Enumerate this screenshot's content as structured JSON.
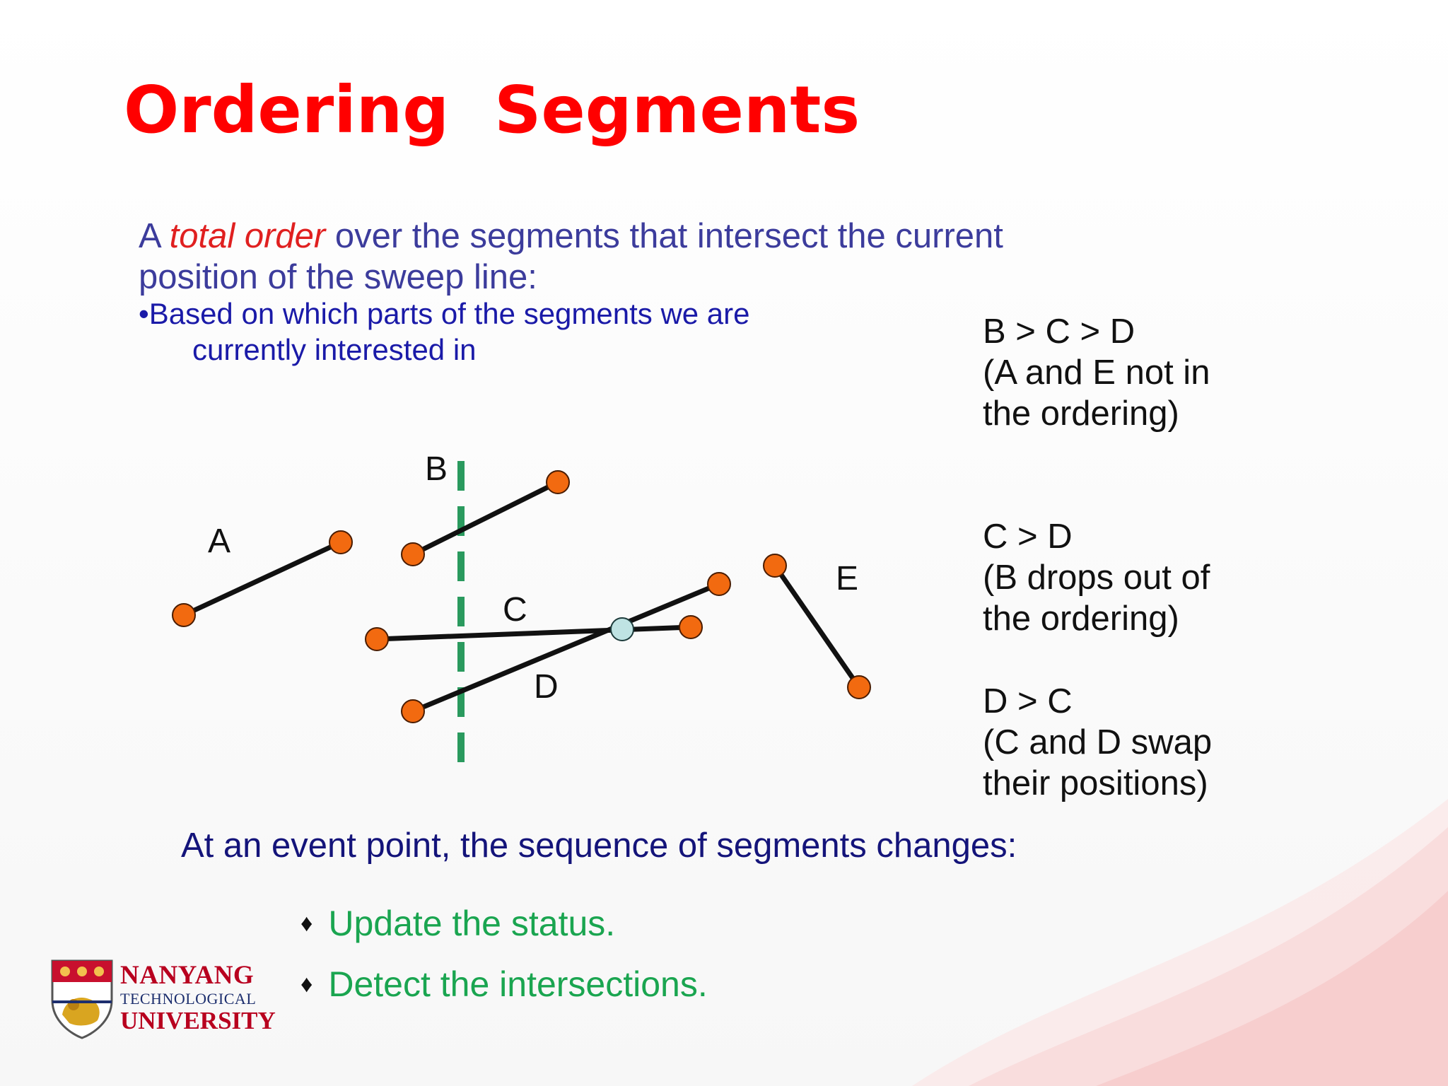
{
  "slide": {
    "title": "Ordering  Segments",
    "intro": {
      "line1_a": "A ",
      "line1_em": "total order",
      "line1_b": " over the segments that intersect the current",
      "line2": "position of the sweep line:"
    },
    "bullet": {
      "line1": "•Based on which parts of the segments we are",
      "line2": "currently interested in"
    },
    "notes": [
      {
        "lines": [
          "B > C > D",
          "(A and E not in",
          "the ordering)"
        ]
      },
      {
        "lines": [
          "C > D",
          "(B drops out of",
          "the ordering)"
        ]
      },
      {
        "lines": [
          "D > C",
          "(C and D swap",
          "their positions)"
        ]
      }
    ],
    "diagram_labels": {
      "A": "A",
      "B": "B",
      "C": "C",
      "D": "D",
      "E": "E"
    },
    "event_text": "At an event point, the sequence of segments changes:",
    "actions": [
      {
        "marker": "♦",
        "text": "Update the status."
      },
      {
        "marker": "♦",
        "text": "Detect the intersections."
      }
    ],
    "logo": {
      "line1": "NANYANG",
      "line2": "TECHNOLOGICAL",
      "line3": "UNIVERSITY"
    },
    "colors": {
      "title": "#ff0000",
      "endpoint": "#f26a10",
      "intersection": "#bfe3e3",
      "sweep_line": "#2a9a5e",
      "accent_red": "#e02020",
      "action_green": "#1aa550",
      "bullet_blue": "#1a1aa8"
    }
  }
}
